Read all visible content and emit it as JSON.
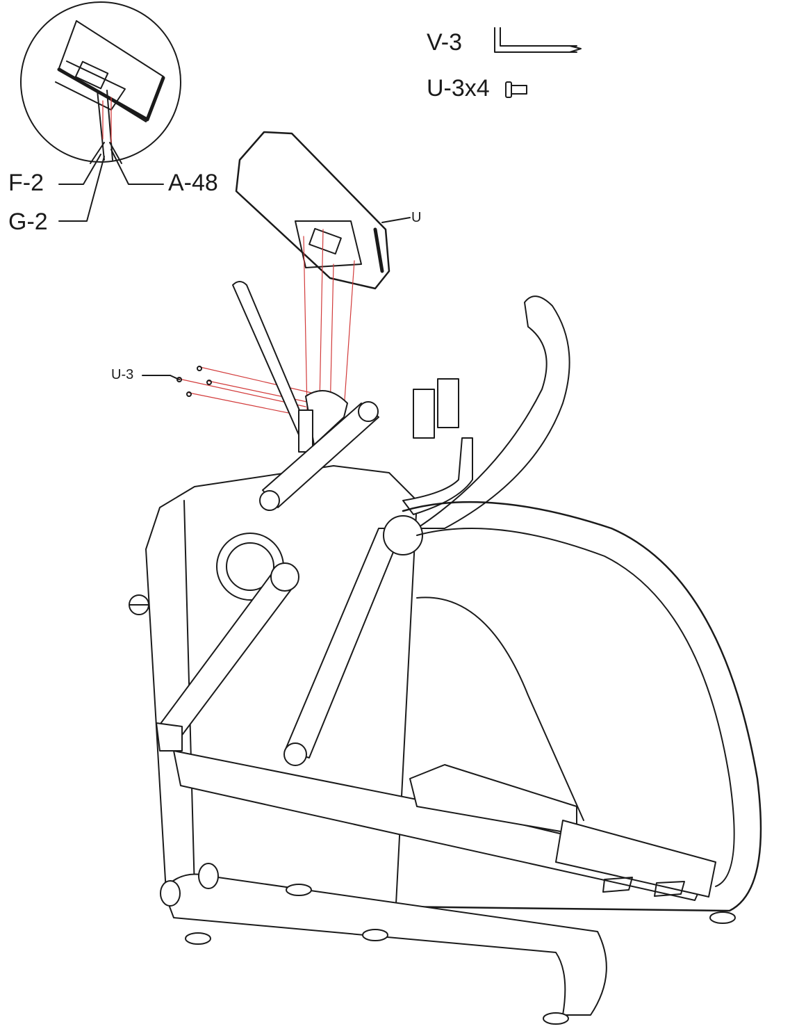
{
  "labels": {
    "hardware_tool": "V-3",
    "hardware_bolts": "U-3x4",
    "callout_f2": "F-2",
    "callout_a48": "A-48",
    "callout_g2": "G-2",
    "callout_u": "U",
    "callout_u3": "U-3"
  },
  "icons": {
    "tool": "allen-key-icon",
    "bolt": "bolt-icon"
  },
  "colors": {
    "line": "#1a1a1a",
    "guide": "#d23a3a",
    "frame_fill": "#ffffff"
  }
}
